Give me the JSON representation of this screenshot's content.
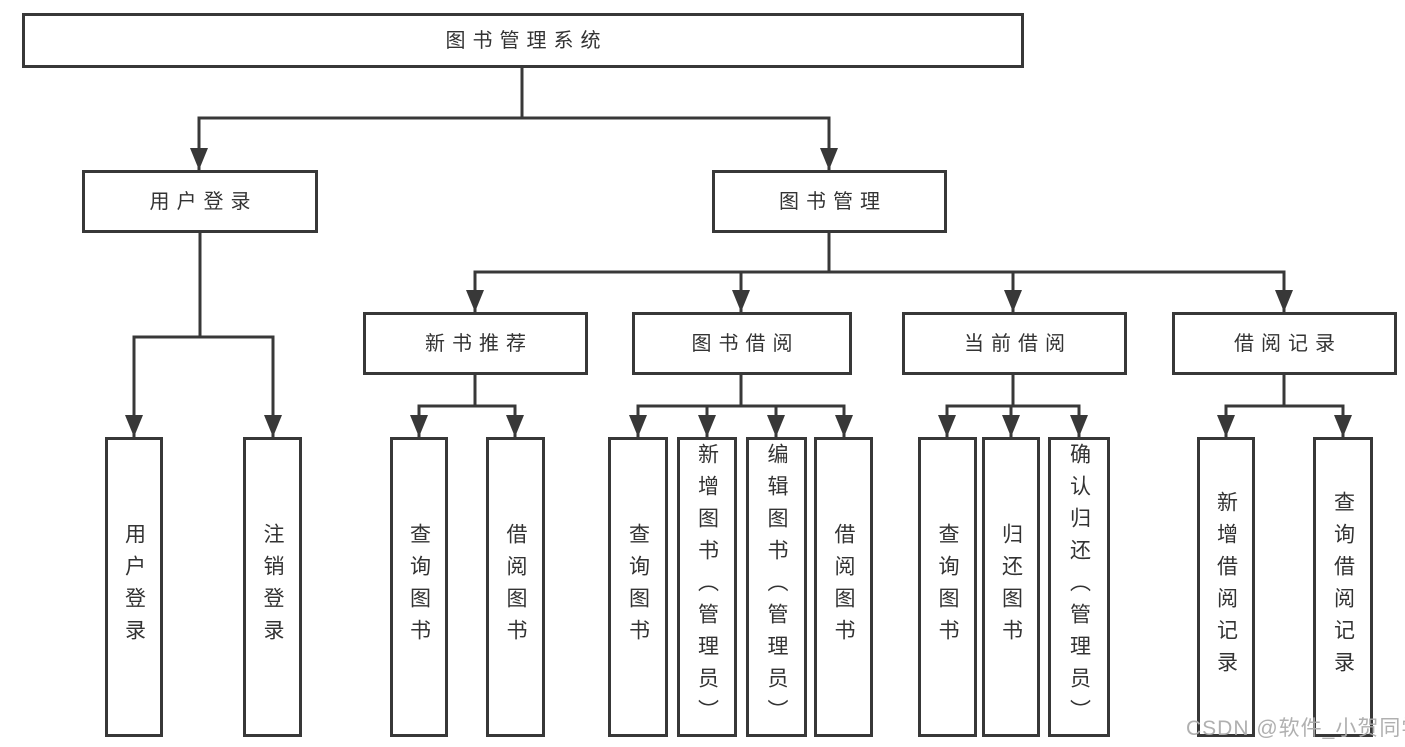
{
  "tree": {
    "label": "图书管理系统",
    "children": [
      {
        "label": "用户登录",
        "children": [
          {
            "label": "用户登录"
          },
          {
            "label": "注销登录"
          }
        ]
      },
      {
        "label": "图书管理",
        "children": [
          {
            "label": "新书推荐",
            "children": [
              {
                "label": "查询图书"
              },
              {
                "label": "借阅图书"
              }
            ]
          },
          {
            "label": "图书借阅",
            "children": [
              {
                "label": "查询图书"
              },
              {
                "label": "新增图书（管理员）"
              },
              {
                "label": "编辑图书（管理员）"
              },
              {
                "label": "借阅图书"
              }
            ]
          },
          {
            "label": "当前借阅",
            "children": [
              {
                "label": "查询图书"
              },
              {
                "label": "归还图书"
              },
              {
                "label": "确认归还（管理员）"
              }
            ]
          },
          {
            "label": "借阅记录",
            "children": [
              {
                "label": "新增借阅记录"
              },
              {
                "label": "查询借阅记录"
              }
            ]
          }
        ]
      }
    ]
  },
  "watermark": {
    "text": "CSDN @软件_小贺同学"
  },
  "colors": {
    "line": "#383838",
    "text": "#333333",
    "box_fill": "#ffffff",
    "watermark": "#acacac",
    "background": "#ffffff"
  }
}
